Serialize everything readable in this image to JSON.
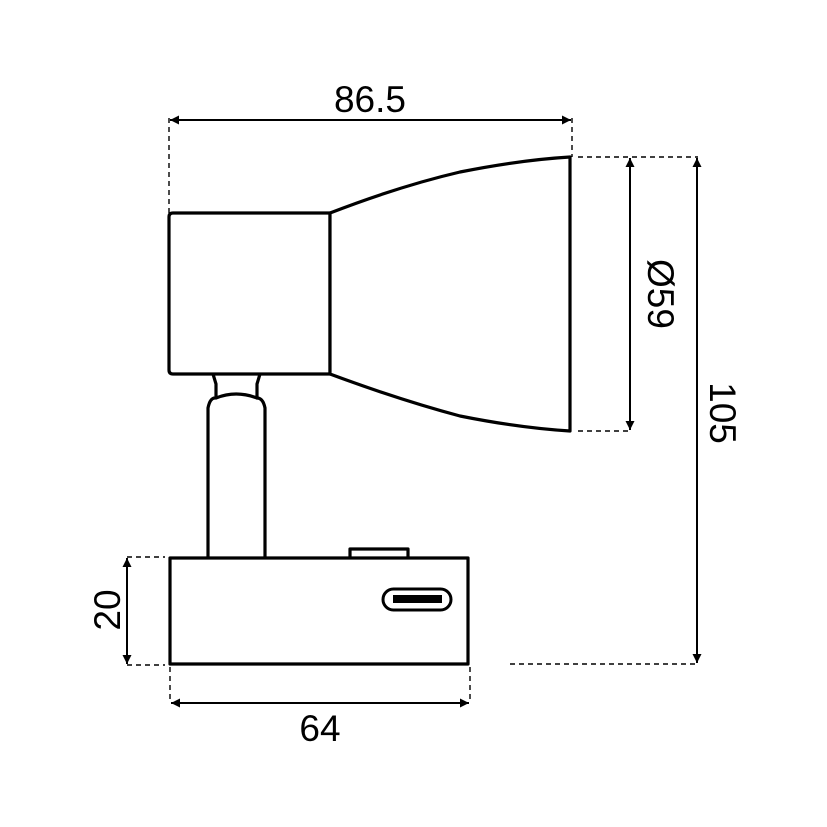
{
  "diagram": {
    "subject": "wall-mounted spotlight with USB-C port, side view",
    "units": "mm",
    "dimensions": {
      "overall_length": "86.5",
      "head_diameter": "Ø59",
      "overall_height": "105",
      "base_height": "20",
      "base_width": "64"
    },
    "colors": {
      "line": "#000000",
      "background": "#ffffff"
    }
  }
}
